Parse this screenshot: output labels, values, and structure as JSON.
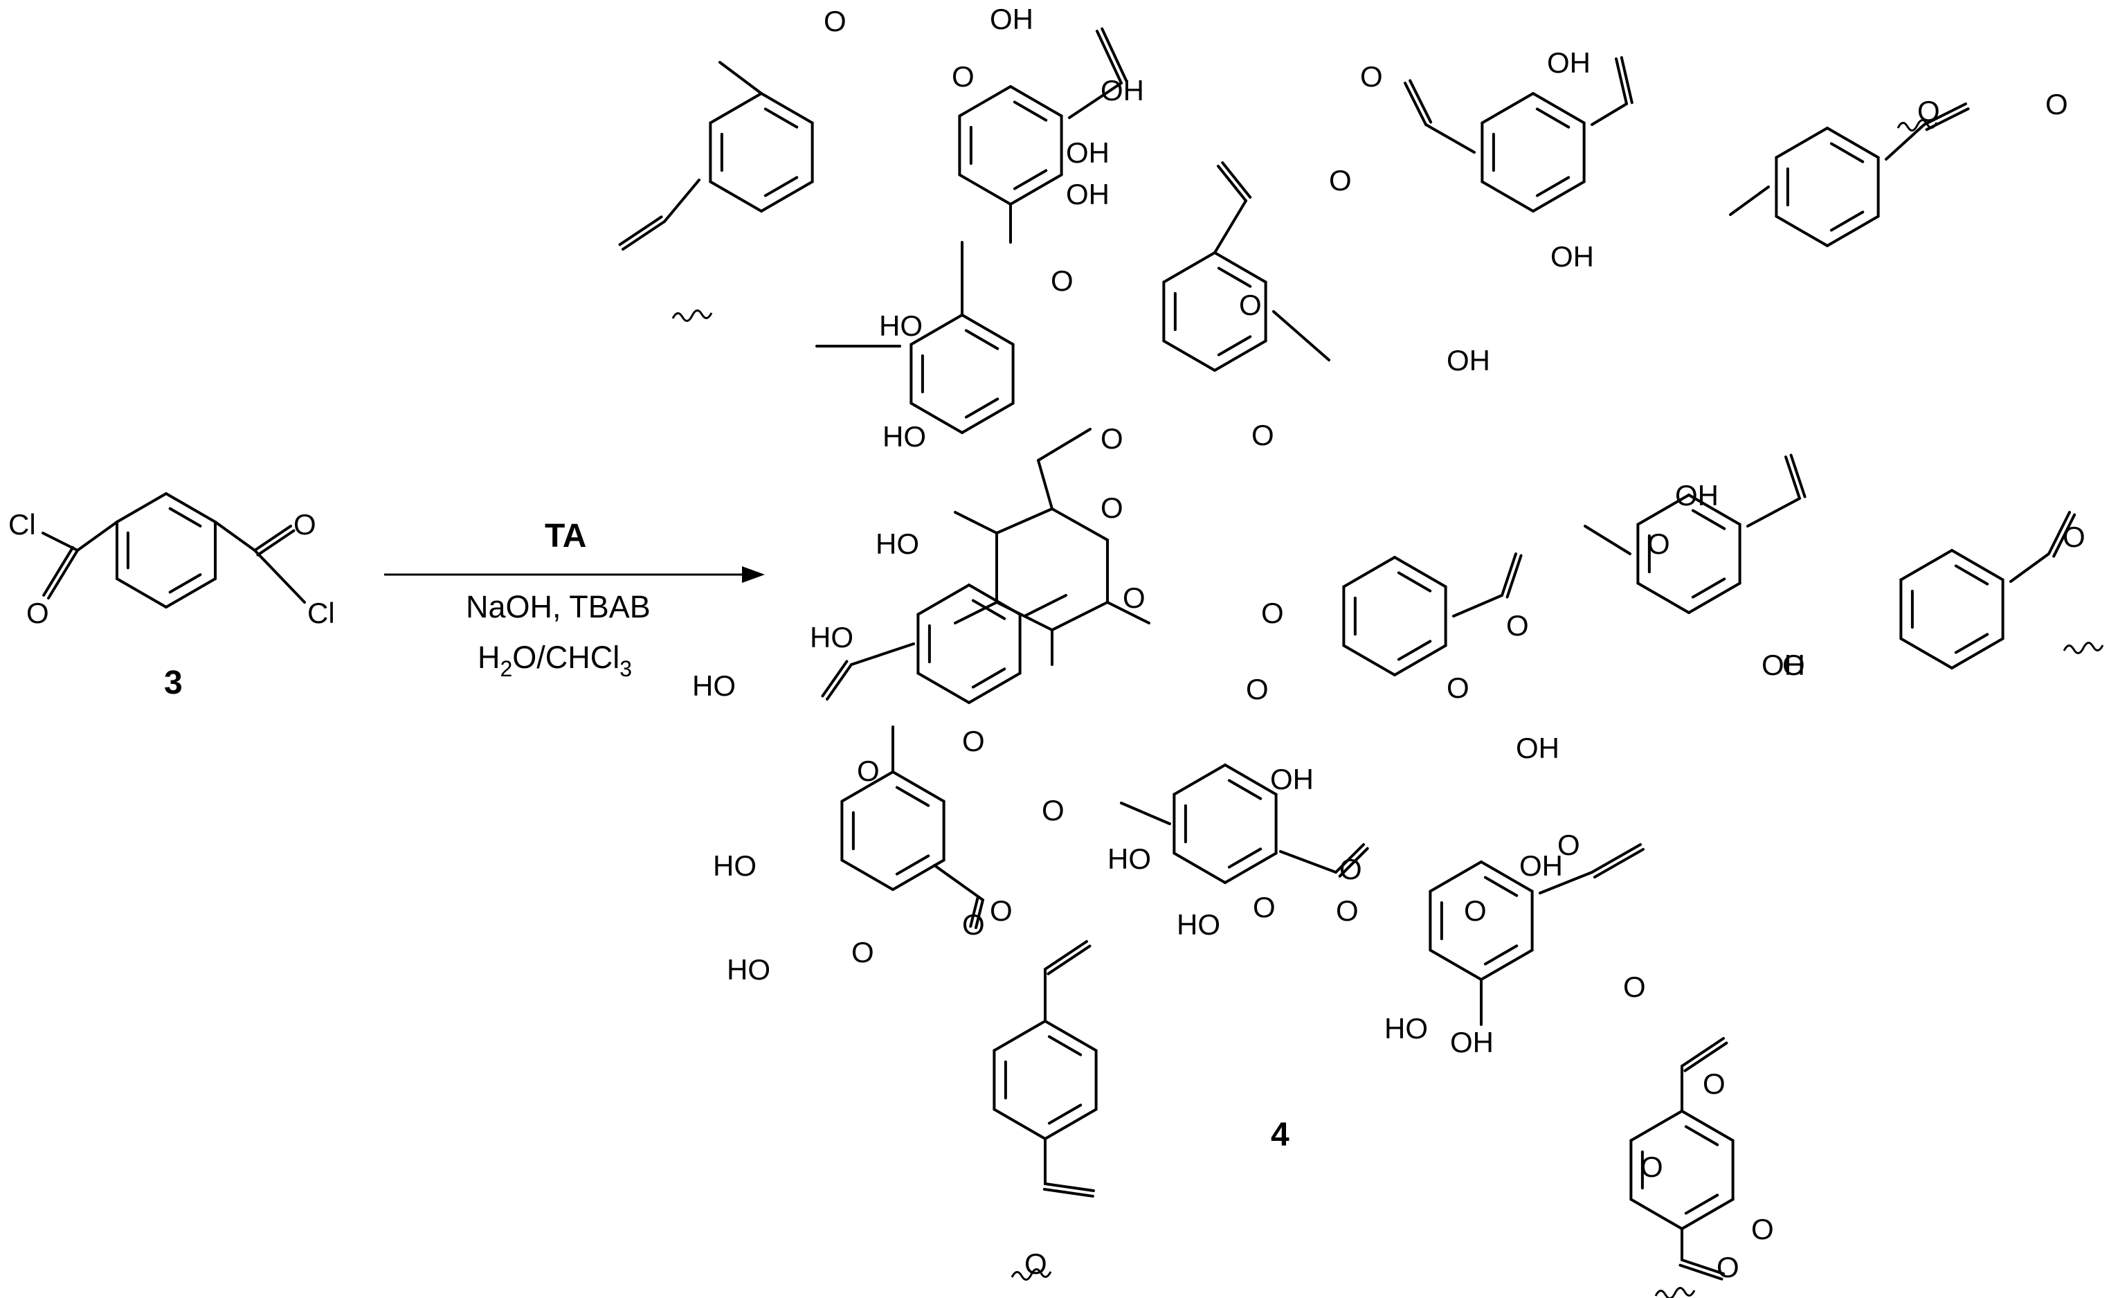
{
  "scheme": {
    "reactant": {
      "label": "3",
      "atoms": {
        "cl_left": "Cl",
        "cl_right": "Cl",
        "o_left": "O",
        "o_right": "O"
      }
    },
    "reagent": "TA",
    "conditions": {
      "line1": "NaOH, TBAB",
      "line2_pre": "H",
      "line2_sub1": "2",
      "line2_mid": "O/CHCl",
      "line2_sub2": "3"
    },
    "product": {
      "label": "4"
    },
    "atom_labels": {
      "oxygen": "O",
      "hydroxyl": "OH",
      "hydroxyl_left": "HO"
    }
  },
  "colors": {
    "line": "#000000",
    "background": "#ffffff"
  }
}
